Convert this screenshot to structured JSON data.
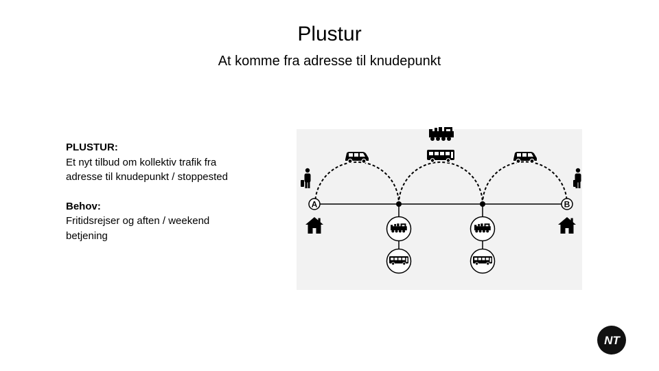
{
  "title": "Plustur",
  "subtitle": "At komme fra adresse til knudepunkt",
  "text": {
    "block1_heading": "PLUSTUR:",
    "block1_body": "Et nyt tilbud om kollektiv trafik fra adresse til knudepunkt / stoppested",
    "block2_heading": "Behov:",
    "block2_body": "Fritidsrejser og aften / weekend betjening"
  },
  "diagram": {
    "start_label": "A",
    "end_label": "B"
  },
  "logo": {
    "text": "NT"
  },
  "icons": [
    "person-icon",
    "house-icon",
    "van-icon",
    "bus-icon",
    "train-icon",
    "logo-icon"
  ]
}
